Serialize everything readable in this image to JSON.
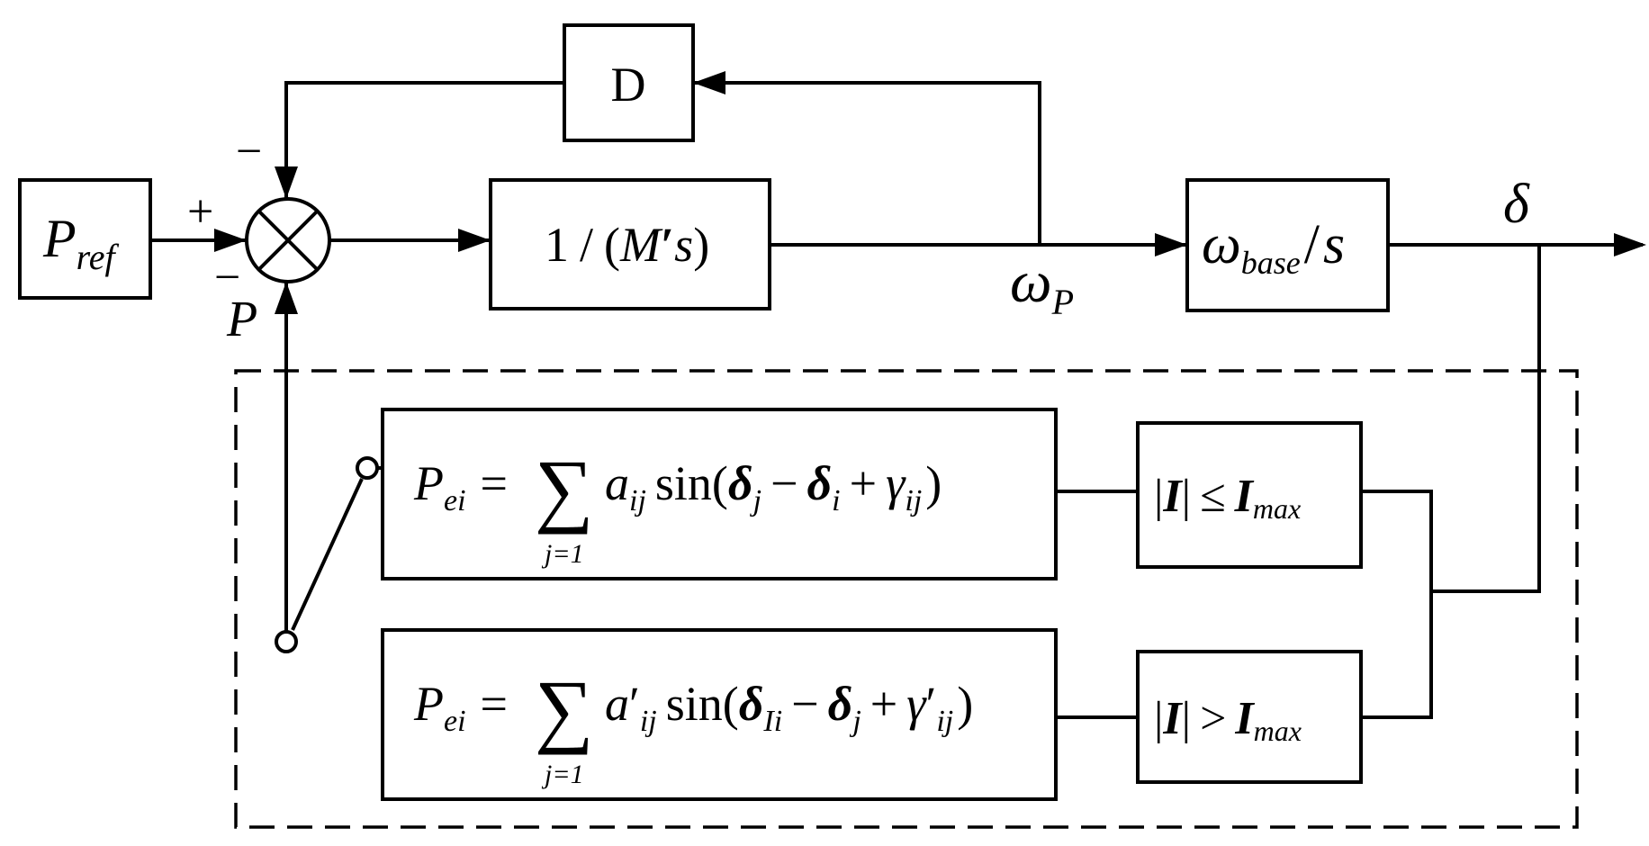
{
  "blocks": {
    "pref": {
      "main": "P",
      "sub": "ref"
    },
    "d": {
      "label": "D"
    },
    "inertia": {
      "one": "1",
      "slash": "/",
      "lparen": "(",
      "m": "M",
      "prime": "′",
      "s": "s",
      "rparen": ")"
    },
    "integrator": {
      "omega": "ω",
      "sub": "base",
      "slash": "/",
      "s": "s"
    },
    "eq1": {
      "lhs_main": "P",
      "lhs_sub": "ei",
      "equals": "=",
      "sum": "∑",
      "lower_limit": "j=1",
      "a": "a",
      "a_prime": "",
      "a_sub": "ij",
      "sin": "sin(",
      "d1": "δ",
      "d1_sub": "j",
      "minus": "−",
      "d2": "δ",
      "d2_sub": "i",
      "plus": "+",
      "g": "γ",
      "g_prime": "",
      "g_sub": "ij",
      "close": ")"
    },
    "eq2": {
      "lhs_main": "P",
      "lhs_sub": "ei",
      "equals": "=",
      "sum": "∑",
      "lower_limit": "j=1",
      "a": "a",
      "a_prime": "′",
      "a_sub": "ij",
      "sin": "sin(",
      "d1": "δ",
      "d1_sub": "Ii",
      "minus": "−",
      "d2": "δ",
      "d2_sub": "j",
      "plus": "+",
      "g": "γ",
      "g_prime": "′",
      "g_sub": "ij",
      "close": ")"
    },
    "cond_le": {
      "bar_open": "|",
      "i": "I",
      "bar_close": "|",
      "op": "≤",
      "imax": "I",
      "sub": "max"
    },
    "cond_gt": {
      "bar_open": "|",
      "i": "I",
      "bar_close": "|",
      "op": ">",
      "imax": "I",
      "sub": "max"
    }
  },
  "signs": {
    "plus": "+",
    "minus_top": "−",
    "minus_bottom": "−"
  },
  "signals": {
    "p": "P",
    "omega": "ω",
    "omega_sub": "P",
    "delta": "δ"
  }
}
